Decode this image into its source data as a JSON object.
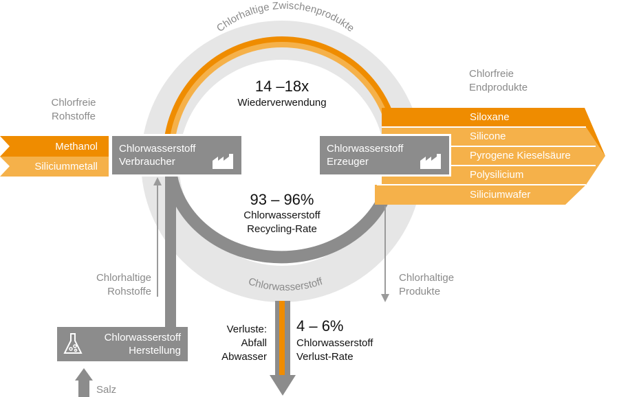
{
  "cycle": {
    "top_arc_label": "Chlorhaltige Zwischenprodukte",
    "bottom_arc_label": "Chlorwasserstoff",
    "reuse_value": "14 –18x",
    "reuse_label": "Wiederverwendung",
    "recycling_value": "93 – 96%",
    "recycling_line1": "Chlorwasserstoff",
    "recycling_line2": "Recycling-Rate"
  },
  "inputs": {
    "heading_line1": "Chlorfreie",
    "heading_line2": "Rohstoffe",
    "items": [
      "Methanol",
      "Siliciummetall"
    ]
  },
  "consumer_box": {
    "line1": "Chlorwasserstoff",
    "line2": "Verbraucher",
    "icon": "factory-icon"
  },
  "producer_box": {
    "line1": "Chlorwasserstoff",
    "line2": "Erzeuger",
    "icon": "factory-icon"
  },
  "outputs": {
    "heading_line1": "Chlorfreie",
    "heading_line2": "Endprodukte",
    "items": [
      "Siloxane",
      "Silicone",
      "Pyrogene Kieselsäure",
      "Polysilicium",
      "Siliciumwafer"
    ]
  },
  "chlor_raw": {
    "line1": "Chlorhaltige",
    "line2": "Rohstoffe"
  },
  "chlor_products": {
    "line1": "Chlorhaltige",
    "line2": "Produkte"
  },
  "production_box": {
    "line1": "Chlorwasserstoff",
    "line2": "Herstellung",
    "icon": "flask-icon"
  },
  "salt_label": "Salz",
  "losses": {
    "label_line1": "Verluste:",
    "label_line2": "Abfall",
    "label_line3": "Abwasser",
    "value": "4 – 6%",
    "line1": "Chlorwasserstoff",
    "line2": "Verlust-Rate"
  },
  "colors": {
    "orange": "#ef8c00",
    "orange_light": "#f5b14a",
    "grey": "#8c8c8c",
    "circle_fill": "#e6e6e6"
  }
}
